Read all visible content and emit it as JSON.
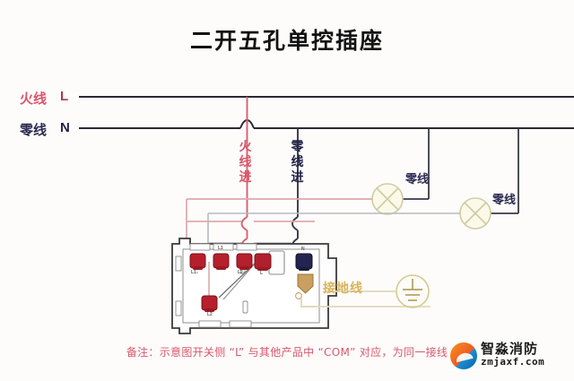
{
  "diagram": {
    "title": "二开五孔单控插座",
    "note": "备注：示意图开关侧 “L” 与其他产品中 “COM” 对应，为同一接线",
    "supply": {
      "live_label_cn": "火线",
      "live_label_en": "L",
      "neutral_label_cn": "零线",
      "neutral_label_en": "N",
      "live_in_vertical": "火线进",
      "neutral_in_vertical": "零线进"
    },
    "lamps": [
      {
        "name": "lamp-1",
        "neutral_label": "零线"
      },
      {
        "name": "lamp-2",
        "neutral_label": "零线"
      }
    ],
    "ground": {
      "label": "接地线",
      "symbol": "earth-symbol"
    },
    "device": {
      "name": "two-gang-switch-five-hole-socket",
      "terminals": [
        {
          "id": "L1-1",
          "label": "L1₁",
          "color": "#b5202c",
          "kind": "switch-out"
        },
        {
          "id": "L1",
          "label": "L1",
          "color": "#b5202c",
          "kind": "switch-out"
        },
        {
          "id": "L2-1",
          "label": "L2₁",
          "color": "#b5202c",
          "kind": "switch-out"
        },
        {
          "id": "L",
          "label": "L",
          "color": "#b5202c",
          "kind": "switch-common"
        },
        {
          "id": "L2",
          "label": "L2",
          "color": "#b5202c",
          "kind": "switch-out"
        },
        {
          "id": "N",
          "label": "N",
          "color": "#242450",
          "kind": "socket-neutral"
        },
        {
          "id": "E",
          "label": "",
          "color": "#c9a062",
          "kind": "socket-earth"
        }
      ]
    },
    "colors": {
      "live": "#d9566a",
      "live_wire": "#d6606e",
      "neutral": "#23234a",
      "mains": "#2a2a33",
      "ground": "#d9b45c",
      "lamp": "#e6e3c2",
      "body_outline": "#3a3a3a"
    }
  },
  "watermark": {
    "name": "智淼消防",
    "url": "zmjaxf.com",
    "logo_icon": "wave-badge-icon"
  }
}
